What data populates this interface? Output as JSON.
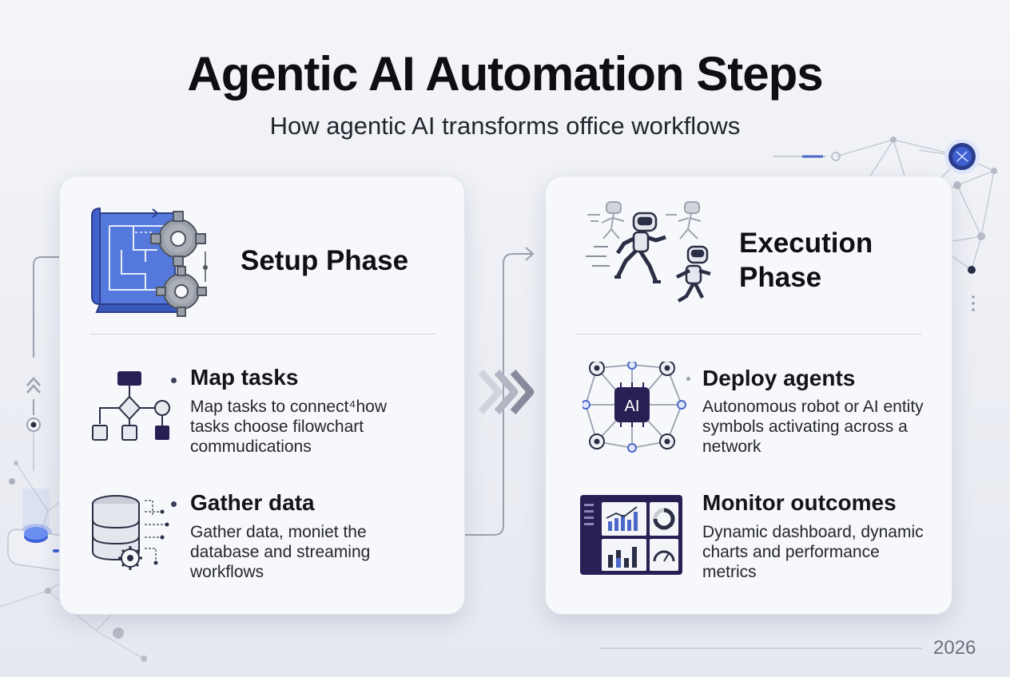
{
  "header": {
    "title": "Agentic AI Automation Steps",
    "subtitle": "How agentic AI transforms office workflows"
  },
  "phases": [
    {
      "title": "Setup Phase",
      "steps": [
        {
          "title": "Map tasks",
          "description": "Map tasks to connect⁴how tasks choose filowchart commudications"
        },
        {
          "title": "Gather data",
          "description": "Gather data, moniet the database and streaming workflows"
        }
      ]
    },
    {
      "title_line1": "Execution",
      "title_line2": "Phase",
      "steps": [
        {
          "title": "Deploy agents",
          "description": "Autonomous robot or AI entity symbols activating across a network"
        },
        {
          "title": "Monitor outcomes",
          "description": "Dynamic dashboard, dynamic charts and performance metrics"
        }
      ]
    }
  ],
  "network_hub_label": "AI",
  "footer": {
    "year": "2026"
  },
  "colors": {
    "accent_blue": "#4a6fd3",
    "navy": "#2a1f55",
    "card_bg": "#f7f8fb"
  }
}
